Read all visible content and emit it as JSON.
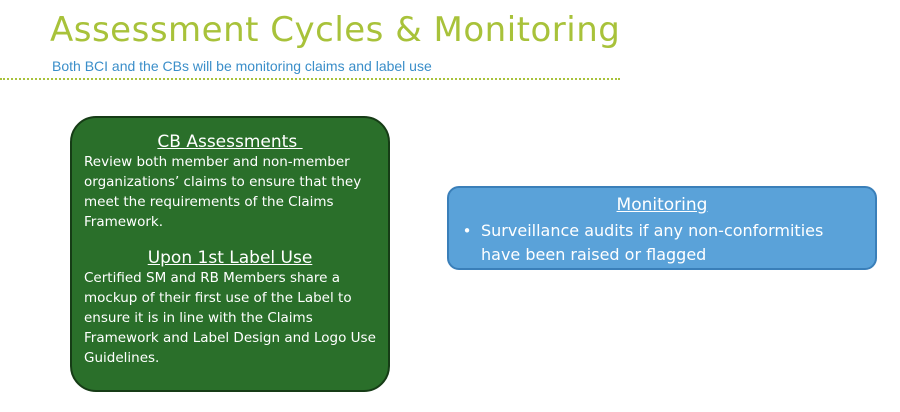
{
  "header": {
    "title": "Assessment Cycles & Monitoring",
    "subtitle": "Both BCI and the CBs will be monitoring claims and label use"
  },
  "cb_box": {
    "sections": [
      {
        "heading": "CB Assessments ",
        "body": "Review both member and non-member organizations’ claims to ensure that they meet the requirements of the Claims Framework."
      },
      {
        "heading": "Upon 1st Label Use",
        "body": "Certified SM and RB Members share a mockup of their first use of the Label to ensure it is in line with the Claims Framework and Label Design and Logo Use Guidelines."
      }
    ]
  },
  "monitoring_box": {
    "heading": "Monitoring",
    "bullet_symbol": "•",
    "bullets": [
      "Surveillance audits if any non-conformities have been raised or flagged"
    ]
  },
  "colors": {
    "title_green": "#a8c23a",
    "subtitle_blue": "#3a8ec9",
    "cb_box_fill": "#2a6f2a",
    "monitoring_box_fill": "#5aa2d9"
  }
}
